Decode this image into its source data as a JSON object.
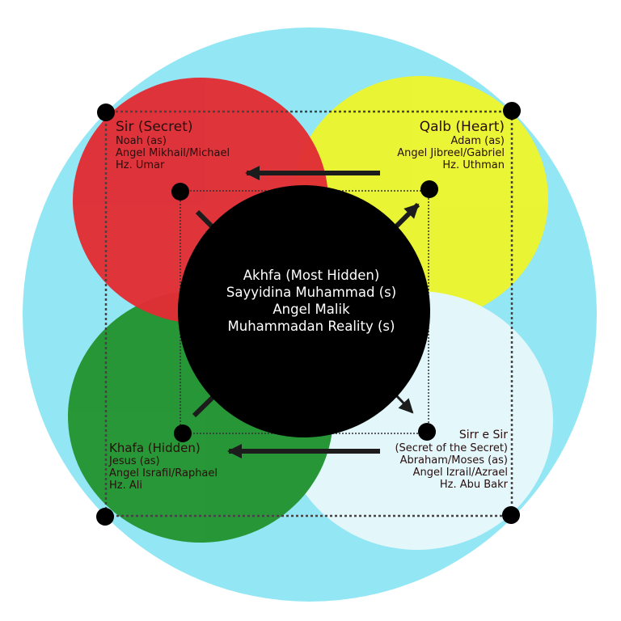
{
  "colors": {
    "outer": "#93e6f4",
    "sir": "#e5242a",
    "qalb": "#eef62a",
    "khafa": "#22922c",
    "sirr_e_sir": "#e8f8fb",
    "akhfa": "#000000",
    "ink": "#1c1c1c"
  },
  "sir": {
    "title": "Sir (Secret)",
    "lines": [
      "Noah (as)",
      "Angel Mikhail/Michael",
      "Hz. Umar"
    ]
  },
  "qalb": {
    "title": "Qalb (Heart)",
    "lines": [
      "Adam (as)",
      "Angel Jibreel/Gabriel",
      "Hz. Uthman"
    ]
  },
  "khafa": {
    "title": "Khafa (Hidden)",
    "lines": [
      "Jesus (as)",
      "Angel Israfil/Raphael",
      "Hz. Ali"
    ]
  },
  "sirr_e_sir": {
    "title": "Sirr e Sir",
    "lines": [
      "(Secret of the Secret)",
      "Abraham/Moses (as)",
      "Angel Izrail/Azrael",
      "Hz. Abu Bakr"
    ]
  },
  "akhfa": {
    "lines": [
      "Akhfa (Most Hidden)",
      "Sayyidina Muhammad (s)",
      "Angel Malik",
      "Muhammadan Reality (s)"
    ]
  },
  "icons": [
    "arrow-left",
    "arrow-diagonal",
    "corner-dot"
  ]
}
